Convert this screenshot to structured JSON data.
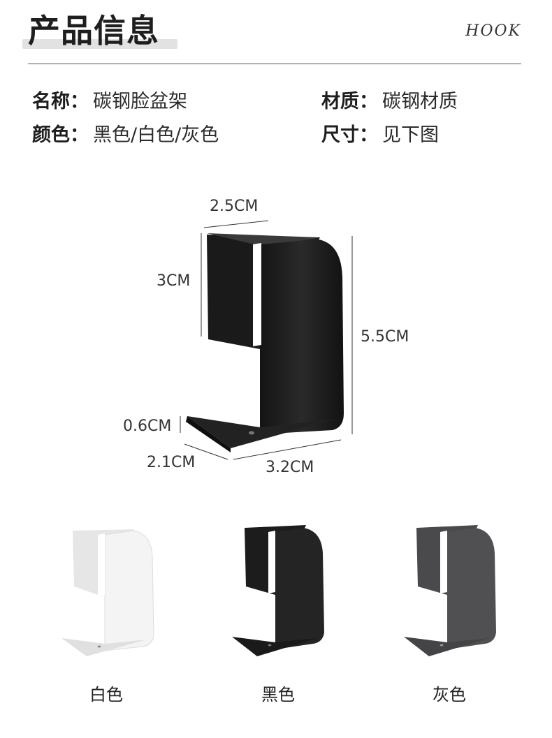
{
  "header": {
    "title": "产品信息",
    "brand_tag": "HOOK"
  },
  "specs": [
    {
      "key": "名称：",
      "value": "碳钢脸盆架"
    },
    {
      "key": "材质：",
      "value": "碳钢材质"
    },
    {
      "key": "颜色：",
      "value": "黑色/白色/灰色"
    },
    {
      "key": "尺寸：",
      "value": "见下图"
    }
  ],
  "dimensions": {
    "top_width": "2.5CM",
    "inner_height": "3CM",
    "total_height": "5.5CM",
    "lip_height": "0.6CM",
    "base_depth": "2.1CM",
    "base_width": "3.2CM"
  },
  "variants": [
    {
      "label": "白色",
      "color": "#f2f2f2"
    },
    {
      "label": "黑色",
      "color": "#1c1c1c"
    },
    {
      "label": "灰色",
      "color": "#4e4e50"
    }
  ]
}
